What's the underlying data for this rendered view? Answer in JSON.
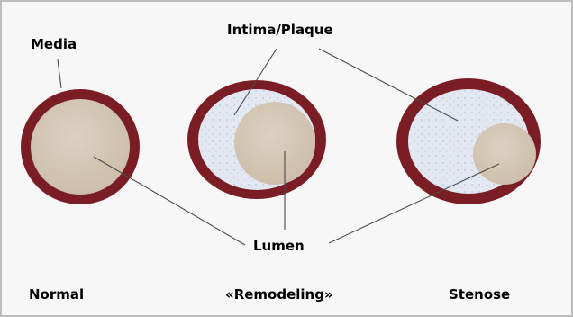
{
  "labels": {
    "media": "Media",
    "intima": "Intima/Plaque",
    "lumen": "Lumen",
    "normal": "Normal",
    "remodeling": "«Remodeling»",
    "stenose": "Stenose"
  },
  "colors": {
    "media_wall": "#7a1d24",
    "lumen": "#d6c9b7",
    "plaque": "#dfe5ef",
    "leader_line": "#4a4a4a",
    "background": "#f7f7f7"
  }
}
